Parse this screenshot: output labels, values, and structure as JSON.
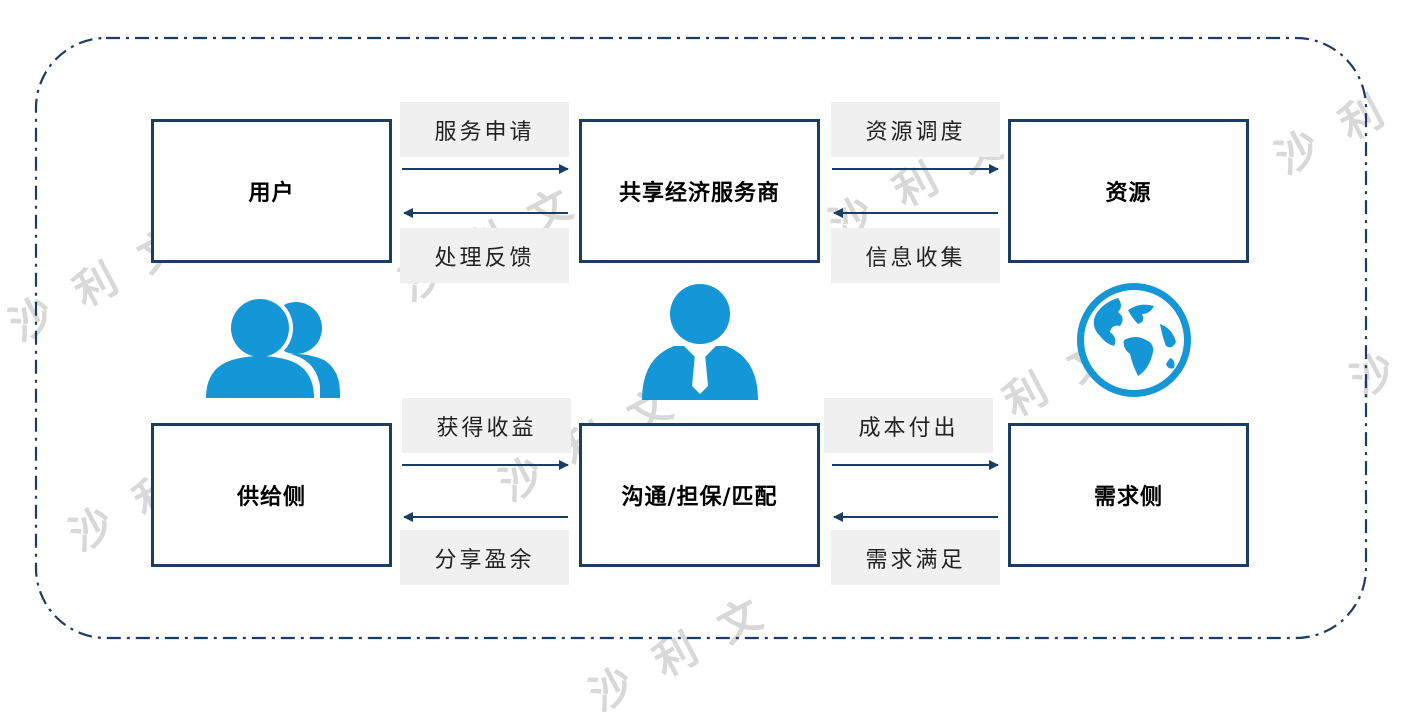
{
  "colors": {
    "box_border": "#1c3d62",
    "arrow": "#1c3d62",
    "icon_blue": "#1596d6",
    "label_bg": "#f0f0f0",
    "frame": "#1c3d62"
  },
  "top_row": {
    "user": "用户",
    "provider": "共享经济服务商",
    "resource": "资源",
    "arrow_user_to_provider": "服务申请",
    "arrow_provider_to_user": "处理反馈",
    "arrow_provider_to_resource": "资源调度",
    "arrow_resource_to_provider": "信息收集"
  },
  "bottom_row": {
    "supply": "供给侧",
    "platform": "沟通/担保/匹配",
    "demand": "需求侧",
    "arrow_supply_to_platform": "获得收益",
    "arrow_platform_to_supply": "分享盈余",
    "arrow_platform_to_demand": "成本付出",
    "arrow_demand_to_platform": "需求满足"
  },
  "icons": {
    "left": "users-icon",
    "center": "businessman-icon",
    "right": "globe-icon"
  }
}
